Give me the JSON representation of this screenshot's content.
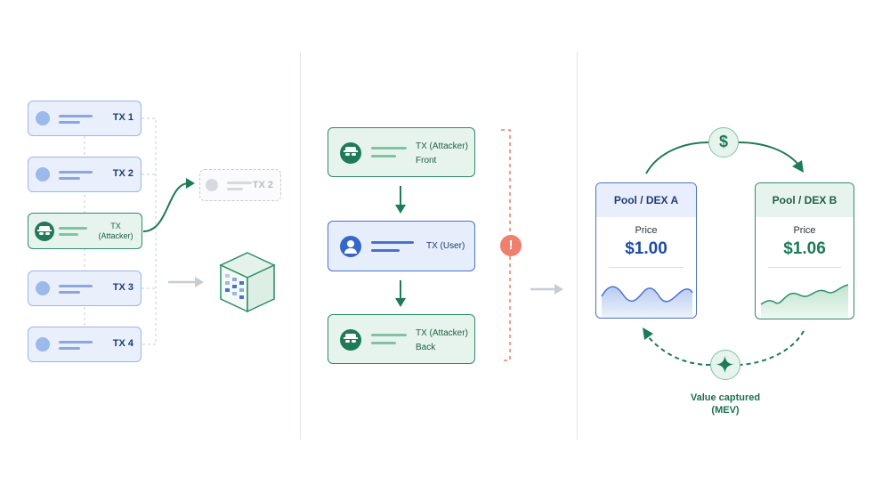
{
  "left_panel": {
    "tx_list": [
      {
        "label": "TX 1"
      },
      {
        "label": "TX 2"
      },
      {
        "label": "TX\n(Attacker)"
      },
      {
        "label": "TX 3"
      },
      {
        "label": "TX 4"
      }
    ],
    "ghost_tx": {
      "label": "TX 2"
    }
  },
  "middle_panel": {
    "front": {
      "line1": "TX (Attacker)",
      "line2": "Front"
    },
    "user": {
      "label": "TX (User)"
    },
    "back": {
      "line1": "TX (Attacker)",
      "line2": "Back"
    },
    "warning_glyph": "!"
  },
  "right_panel": {
    "pool_a": {
      "title": "Pool / DEX A",
      "price_label": "Price",
      "price": "$1.00"
    },
    "pool_b": {
      "title": "Pool / DEX B",
      "price_label": "Price",
      "price": "$1.06"
    },
    "dollar_glyph": "$",
    "caption_line1": "Value captured",
    "caption_line2": "(MEV)"
  },
  "colors": {
    "blue": "#4b72c9",
    "green": "#2f8c68",
    "alert": "#f07f6e",
    "neutral_arrow": "#c8ccd3"
  },
  "icons": [
    "user-icon",
    "spy-icon",
    "block-cube-icon",
    "dollar-icon",
    "sparkle-icon",
    "alert-icon"
  ]
}
